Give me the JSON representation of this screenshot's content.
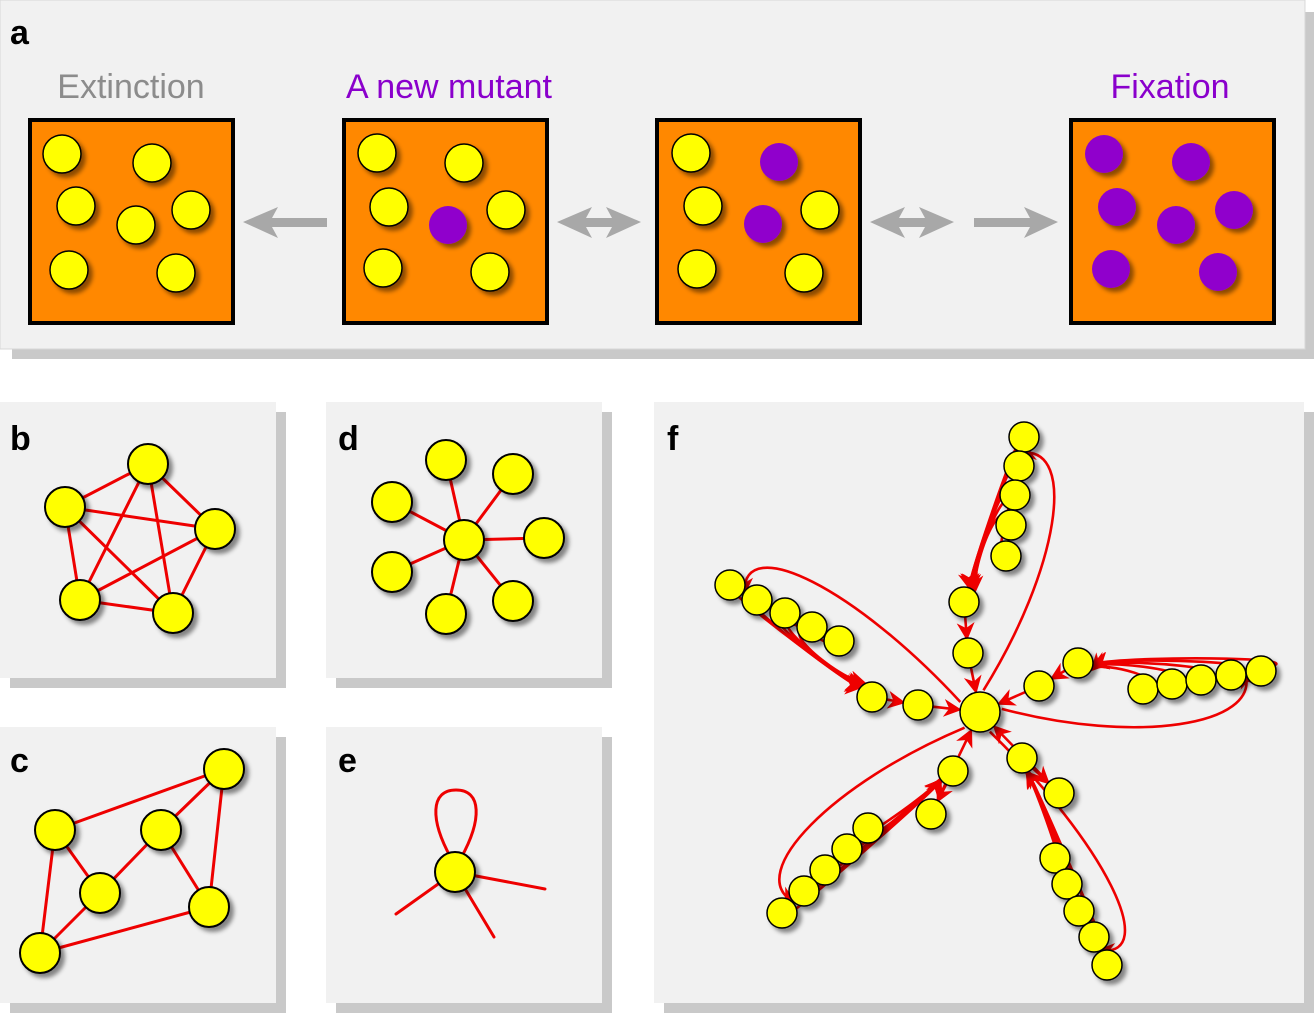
{
  "panel_labels": {
    "a": "a",
    "b": "b",
    "c": "c",
    "d": "d",
    "e": "e",
    "f": "f"
  },
  "panel_a": {
    "extinction_label": "Extinction",
    "mutant_label": "A new mutant",
    "fixation_label": "Fixation",
    "colors": {
      "extinction": "#8c8c8c",
      "mutant": "#8a00cc",
      "square_fill": "#ff8800",
      "resident": "#ffff00",
      "mutant_dot": "#9000cc",
      "arrow": "#a8a8a8"
    }
  },
  "colors": {
    "edge": "#ee0000",
    "node": "#ffff00",
    "panel_bg": "#f1f1f1",
    "panel_shadow": "#c9c9c9"
  }
}
